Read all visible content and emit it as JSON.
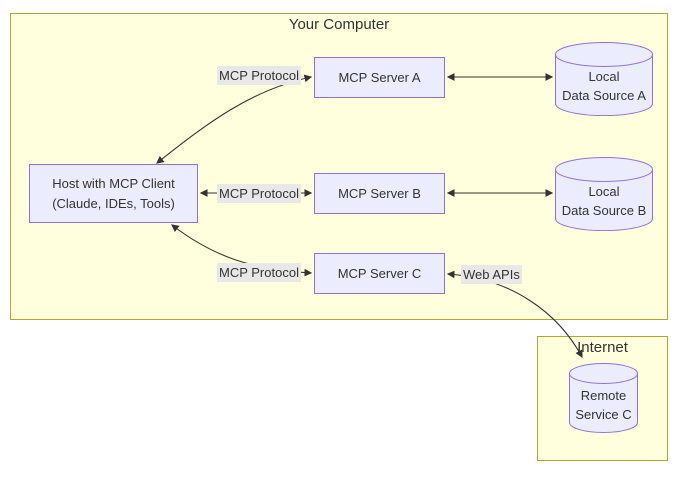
{
  "colors": {
    "cluster-fill": "#ffffde",
    "cluster-border": "#aaaa33",
    "node-fill": "#ECECFF",
    "node-border": "#9370DB",
    "edge-color": "#333333",
    "edge-label-bg": "#e8e8e8",
    "text-color": "#333333",
    "canvas-bg": "#ffffff"
  },
  "clusters": {
    "your_computer": {
      "label": "Your Computer"
    },
    "internet": {
      "label": "Internet"
    }
  },
  "nodes": {
    "host": {
      "line1": "Host with MCP Client",
      "line2": "(Claude, IDEs, Tools)"
    },
    "server_a": {
      "label": "MCP Server A"
    },
    "server_b": {
      "label": "MCP Server B"
    },
    "server_c": {
      "label": "MCP Server C"
    },
    "data_source_a": {
      "line1": "Local",
      "line2": "Data Source A"
    },
    "data_source_b": {
      "line1": "Local",
      "line2": "Data Source B"
    },
    "remote_service_c": {
      "line1": "Remote",
      "line2": "Service C"
    }
  },
  "edge_labels": {
    "protocol_a": "MCP Protocol",
    "protocol_b": "MCP Protocol",
    "protocol_c": "MCP Protocol",
    "web_apis": "Web APIs"
  }
}
